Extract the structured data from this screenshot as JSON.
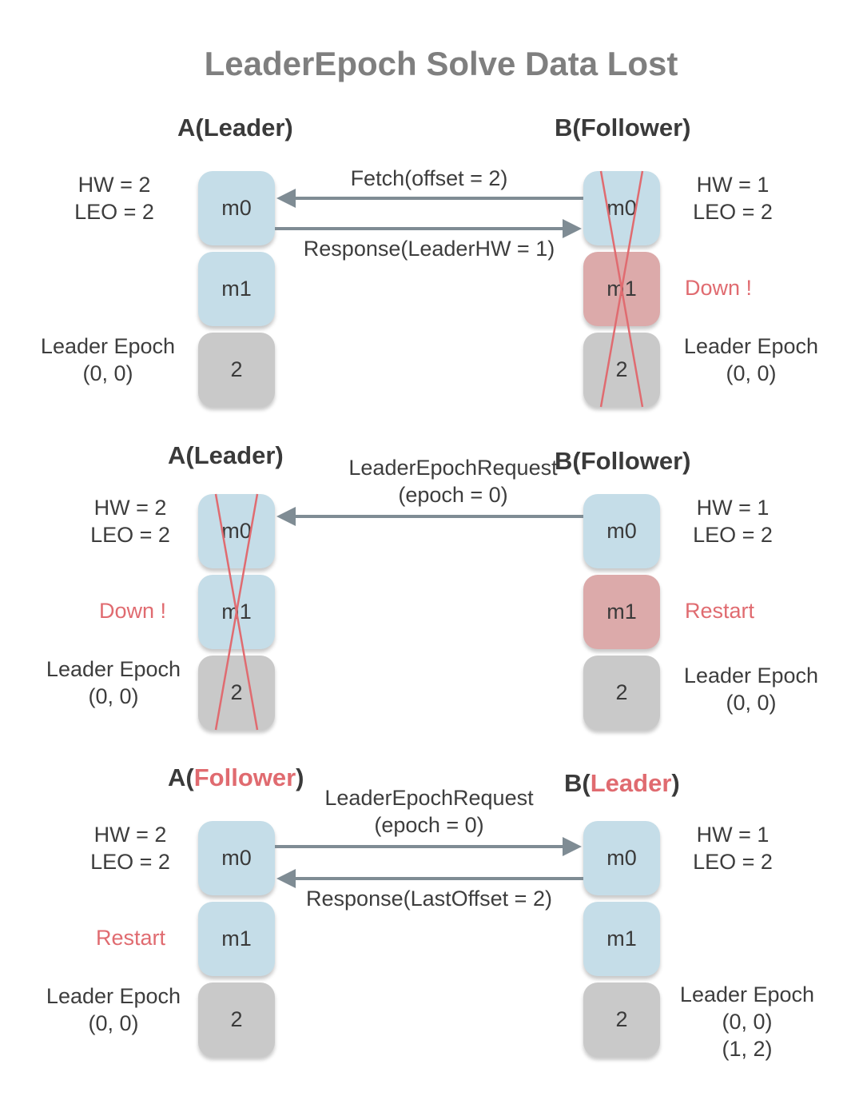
{
  "title": "LeaderEpoch Solve Data Lost",
  "colors": {
    "log_blue": "#c5dde8",
    "log_red": "#dcaaaa",
    "log_grey": "#c9c9c9",
    "accent_red": "#e06b70",
    "arrow": "#7f8c94"
  },
  "panels": [
    {
      "left": {
        "title_prefix": "A(",
        "title_role": "Leader",
        "title_suffix": ")",
        "role_highlight": false,
        "hw": "HW = 2",
        "leo": "LEO = 2",
        "boxes": [
          {
            "label": "m0",
            "color": "blue"
          },
          {
            "label": "m1",
            "color": "blue"
          },
          {
            "label": "2",
            "color": "grey"
          }
        ],
        "status": "",
        "epoch_title": "Leader Epoch",
        "epochs": [
          "(0, 0)"
        ],
        "crossed": false
      },
      "right": {
        "title_prefix": "B(",
        "title_role": "Follower",
        "title_suffix": ")",
        "role_highlight": false,
        "hw": "HW = 1",
        "leo": "LEO = 2",
        "boxes": [
          {
            "label": "m0",
            "color": "blue"
          },
          {
            "label": "m1",
            "color": "red"
          },
          {
            "label": "2",
            "color": "grey"
          }
        ],
        "status": "Down !",
        "epoch_title": "Leader Epoch",
        "epochs": [
          "(0, 0)"
        ],
        "crossed": true
      },
      "messages": [
        {
          "lines": [
            "Fetch(offset = 2)"
          ],
          "direction": "right-to-left"
        },
        {
          "lines": [
            "Response(LeaderHW = 1)"
          ],
          "direction": "left-to-right"
        }
      ]
    },
    {
      "left": {
        "title_prefix": "A(",
        "title_role": "Leader",
        "title_suffix": ")",
        "role_highlight": false,
        "hw": "HW = 2",
        "leo": "LEO = 2",
        "boxes": [
          {
            "label": "m0",
            "color": "blue"
          },
          {
            "label": "m1",
            "color": "blue"
          },
          {
            "label": "2",
            "color": "grey"
          }
        ],
        "status": "Down !",
        "epoch_title": "Leader Epoch",
        "epochs": [
          "(0, 0)"
        ],
        "crossed": true
      },
      "right": {
        "title_prefix": "B(",
        "title_role": "Follower",
        "title_suffix": ")",
        "role_highlight": false,
        "hw": "HW = 1",
        "leo": "LEO = 2",
        "boxes": [
          {
            "label": "m0",
            "color": "blue"
          },
          {
            "label": "m1",
            "color": "red"
          },
          {
            "label": "2",
            "color": "grey"
          }
        ],
        "status": "Restart",
        "epoch_title": "Leader Epoch",
        "epochs": [
          "(0, 0)"
        ],
        "crossed": false
      },
      "messages": [
        {
          "lines": [
            "LeaderEpochRequest",
            "(epoch = 0)"
          ],
          "direction": "right-to-left"
        }
      ]
    },
    {
      "left": {
        "title_prefix": "A(",
        "title_role": "Follower",
        "title_suffix": ")",
        "role_highlight": true,
        "hw": "HW = 2",
        "leo": "LEO = 2",
        "boxes": [
          {
            "label": "m0",
            "color": "blue"
          },
          {
            "label": "m1",
            "color": "blue"
          },
          {
            "label": "2",
            "color": "grey"
          }
        ],
        "status": "Restart",
        "epoch_title": "Leader Epoch",
        "epochs": [
          "(0, 0)"
        ],
        "crossed": false
      },
      "right": {
        "title_prefix": "B(",
        "title_role": "Leader",
        "title_suffix": ")",
        "role_highlight": true,
        "hw": "HW = 1",
        "leo": "LEO = 2",
        "boxes": [
          {
            "label": "m0",
            "color": "blue"
          },
          {
            "label": "m1",
            "color": "blue"
          },
          {
            "label": "2",
            "color": "grey"
          }
        ],
        "status": "",
        "epoch_title": "Leader Epoch",
        "epochs": [
          "(0, 0)",
          "(1, 2)"
        ],
        "crossed": false
      },
      "messages": [
        {
          "lines": [
            "LeaderEpochRequest",
            "(epoch = 0)"
          ],
          "direction": "left-to-right"
        },
        {
          "lines": [
            "Response(LastOffset = 2)"
          ],
          "direction": "right-to-left"
        }
      ]
    }
  ]
}
